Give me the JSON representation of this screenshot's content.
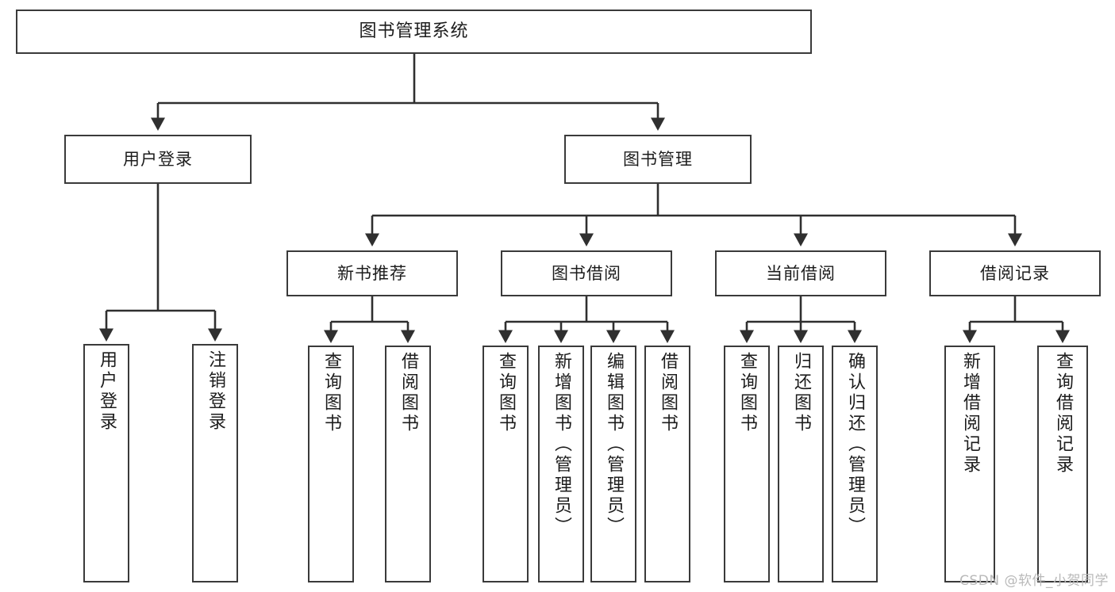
{
  "diagram": {
    "title": "图书管理系统",
    "type": "tree",
    "watermark": "CSDN @软件_小贺同学",
    "colors": {
      "box_border": "#3a3a3a",
      "box_fill": "#ffffff",
      "connector": "#2f2f2f",
      "text": "#1c1c1c",
      "watermark": "#b9b9b9",
      "background": "#ffffff"
    },
    "root": {
      "label": "图书管理系统"
    },
    "level2": [
      {
        "id": "user-login",
        "label": "用户登录"
      },
      {
        "id": "book-manage",
        "label": "图书管理"
      }
    ],
    "level3": [
      {
        "id": "new-book-recommend",
        "label": "新书推荐"
      },
      {
        "id": "book-borrow",
        "label": "图书借阅"
      },
      {
        "id": "current-borrow",
        "label": "当前借阅"
      },
      {
        "id": "borrow-record",
        "label": "借阅记录"
      }
    ],
    "leaves": {
      "user-login": [
        {
          "id": "leaf-user-login",
          "label": "用户登录"
        },
        {
          "id": "leaf-logout",
          "label": "注销登录"
        }
      ],
      "new-book-recommend": [
        {
          "id": "leaf-query-book-1",
          "label": "查询图书"
        },
        {
          "id": "leaf-borrow-book-1",
          "label": "借阅图书"
        }
      ],
      "book-borrow": [
        {
          "id": "leaf-query-book-2",
          "label": "查询图书"
        },
        {
          "id": "leaf-add-book",
          "label": "新增图书（管理员）"
        },
        {
          "id": "leaf-edit-book",
          "label": "编辑图书（管理员）"
        },
        {
          "id": "leaf-borrow-book-2",
          "label": "借阅图书"
        }
      ],
      "current-borrow": [
        {
          "id": "leaf-query-book-3",
          "label": "查询图书"
        },
        {
          "id": "leaf-return-book",
          "label": "归还图书"
        },
        {
          "id": "leaf-confirm-return",
          "label": "确认归还（管理员）"
        }
      ],
      "borrow-record": [
        {
          "id": "leaf-add-record",
          "label": "新增借阅记录"
        },
        {
          "id": "leaf-query-record",
          "label": "查询借阅记录"
        }
      ]
    }
  }
}
